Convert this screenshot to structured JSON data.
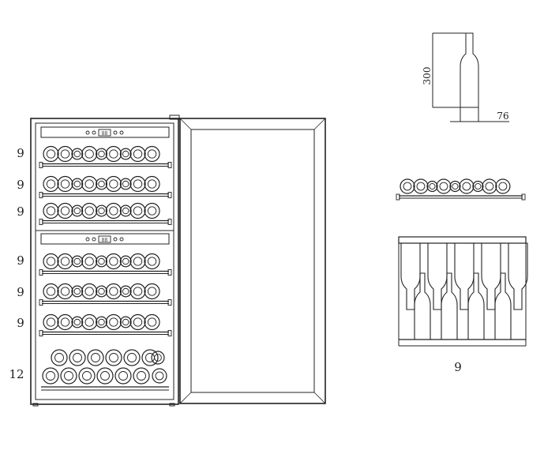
{
  "shelf_counts": [
    "9",
    "9",
    "9",
    "9",
    "9",
    "9",
    "12"
  ],
  "bottle_dimensions": {
    "height": "300",
    "diameter": "76"
  },
  "rack_bottle_count": "9",
  "display_text": "88"
}
